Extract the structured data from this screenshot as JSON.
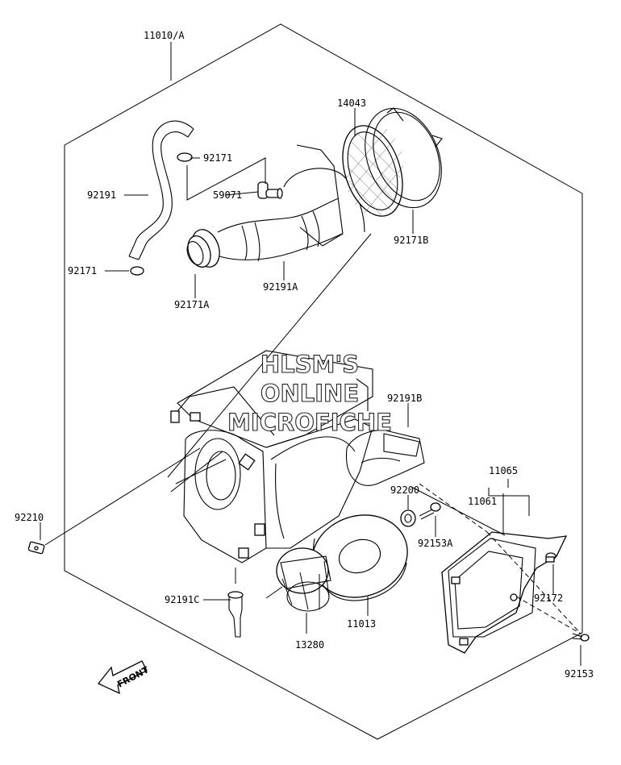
{
  "watermark": [
    "HLSM'S",
    "ONLINE",
    "MICROFICHE"
  ],
  "front_label": "FRONT",
  "part_labels": {
    "assembly": "11010/A",
    "element_mesh": "14043",
    "clamp_top": "92171",
    "breather_hose": "92191",
    "valve": "59071",
    "clamp_right": "92171B",
    "clamp_lower": "92171",
    "clamp_a": "92171A",
    "intake_duct": "92191A",
    "tube_b": "92191B",
    "clip": "92210",
    "grommet": "92200",
    "cap_assy": "11065",
    "cover": "11061",
    "bolt_a": "92153A",
    "bolt_172": "92172",
    "drain_c": "92191C",
    "filter_element": "11013",
    "holder": "13280",
    "bolt": "92153"
  }
}
